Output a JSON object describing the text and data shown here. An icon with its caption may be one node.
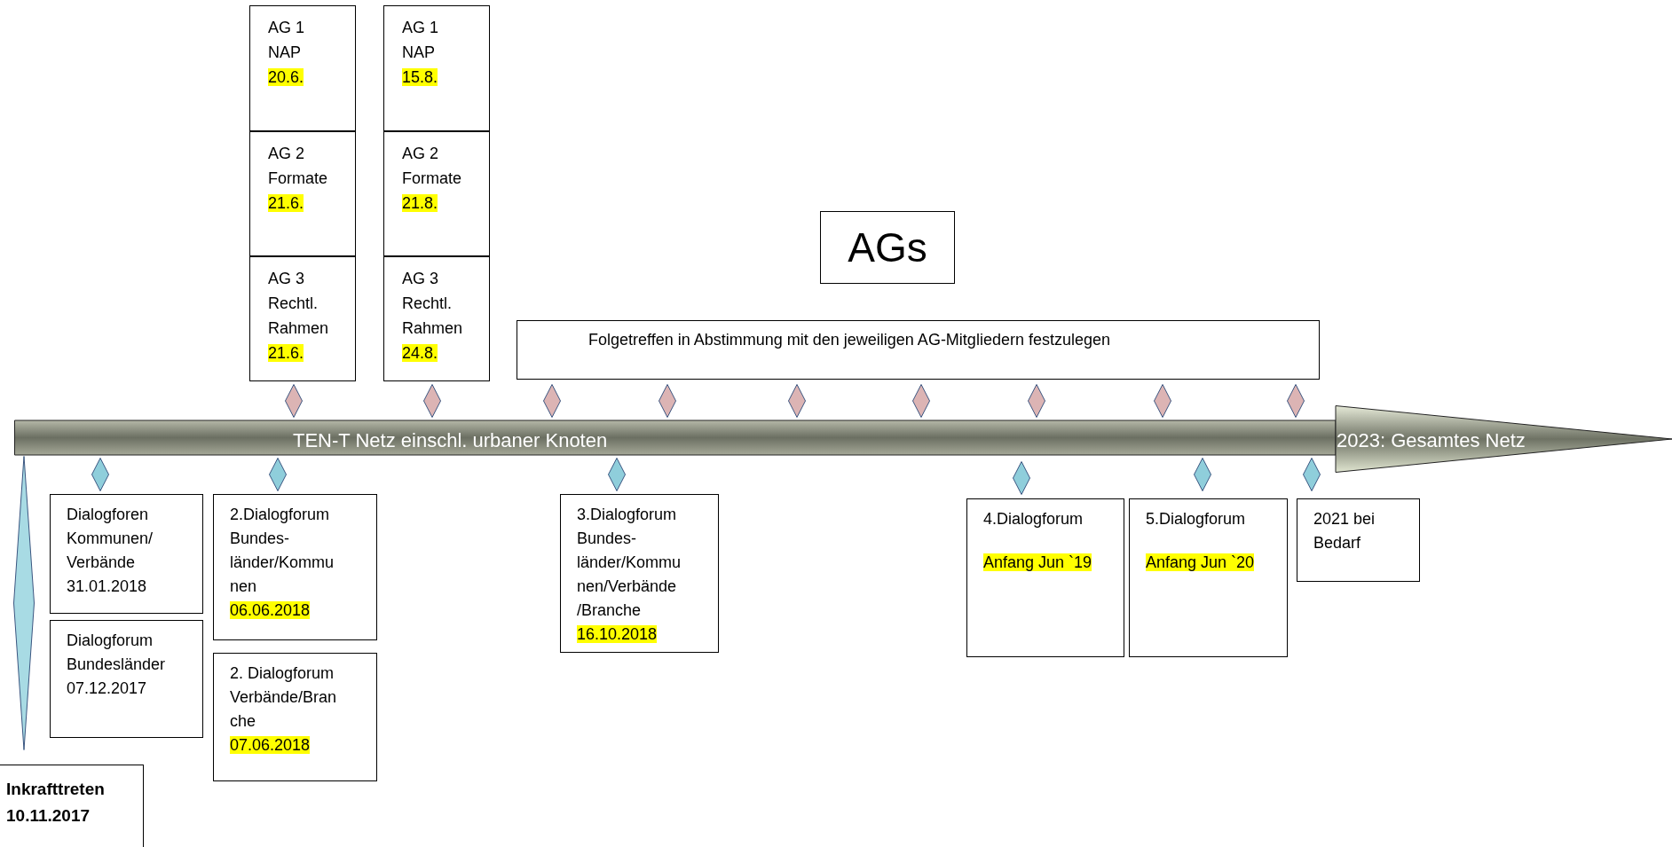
{
  "diagram": {
    "nodes": [
      {
        "text": [
          "AG 1",
          "NAP",
          "20.6."
        ]
      },
      {
        "text": [
          "AG 2",
          "Formate",
          "21.6."
        ]
      },
      {
        "text": [
          "AG 3",
          "Rechtl. Rahmen",
          "21.6."
        ]
      },
      {
        "text": [
          "AG 1",
          "NAP",
          "15.8."
        ]
      },
      {
        "text": [
          "AG 2",
          "Formate",
          "21.8."
        ]
      },
      {
        "text": [
          "AG 3",
          "Rechtl. Rahmen",
          "24.8."
        ]
      },
      {
        "text": [
          "AGs"
        ]
      },
      {
        "text": [
          "Folgetreffen in Abstimmung mit den jeweiligen AG-Mitgliedern festzulegen"
        ]
      },
      {
        "text": [
          "TEN-T Netz einschl. urbaner Knoten",
          "2023: Gesamtes Netz"
        ]
      },
      {
        "text": [],
        "shape": "diamond"
      },
      {
        "text": [
          "Dialogforen Kommunen/ Verbände",
          "31.01.2018"
        ]
      },
      {
        "text": [
          "Dialogforum Bundesländer",
          "07.12.2017"
        ]
      },
      {
        "text": [
          "2.Dialogforum Bundes- länder/Kommu nen",
          "06.06.2018"
        ]
      },
      {
        "text": [
          "2. Dialogforum Verbände/Bran che",
          "07.06.2018"
        ]
      },
      {
        "text": [
          "3.Dialogforum Bundes- länder/Kommu nen/Verbände /Branche",
          "16.10.2018"
        ]
      },
      {
        "text": [
          "4.Dialogforum",
          "Anfang Jun `19"
        ]
      },
      {
        "text": [
          "5.Dialogforum",
          "Anfang Jun `20"
        ]
      },
      {
        "text": [
          "2021 bei Bedarf"
        ]
      },
      {
        "text": [
          "Inkrafttreten 10.11.2017"
        ]
      }
    ]
  }
}
